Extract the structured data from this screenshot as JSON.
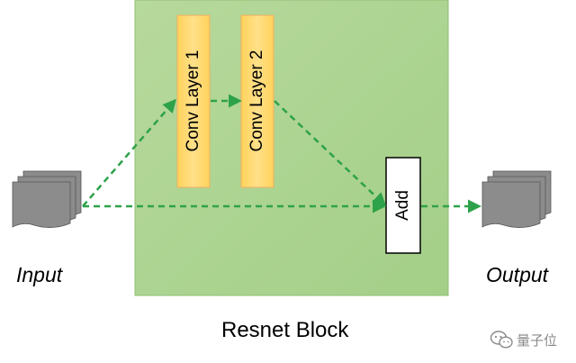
{
  "diagram": {
    "block_caption": "Resnet Block",
    "input_label": "Input",
    "output_label": "Output",
    "conv_layer_1": "Conv Layer 1",
    "conv_layer_2": "Conv Layer 2",
    "add_label": "Add",
    "watermark_text": "量子位",
    "colors": {
      "block_fill": "#a9d18e",
      "block_border": "#82b366",
      "conv_fill": "#ffd966",
      "conv_border": "#f4b183",
      "arrow": "#2ea24a",
      "stack_fill": "#8c8c8c",
      "add_fill": "#ffffff"
    },
    "icons": {
      "input": "document-stack-icon",
      "output": "document-stack-icon",
      "watermark": "wechat-logo-icon"
    }
  }
}
